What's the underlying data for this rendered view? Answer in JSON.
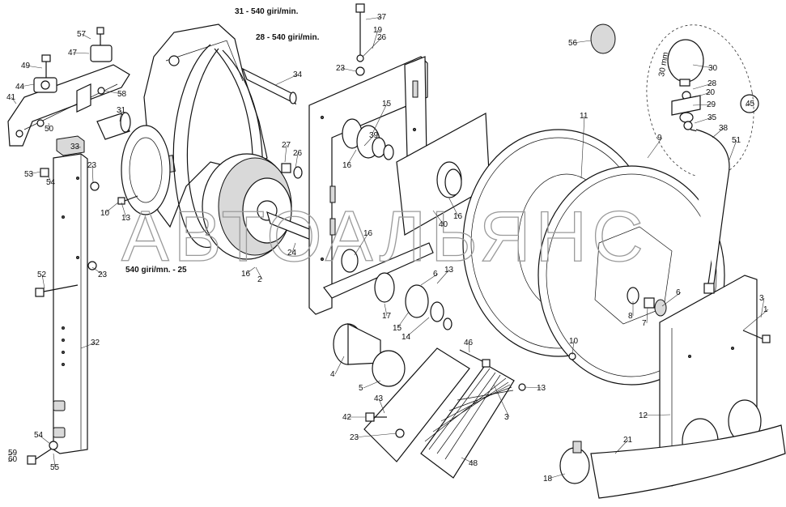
{
  "watermark": "АВТОАЛЬЯНС",
  "speed_note": " - 540 giri/min.",
  "speed_note_bottom": "540 giri/mn. - 25",
  "labels": [
    "1",
    "2",
    "3",
    "3",
    "4",
    "5",
    "6",
    "6",
    "7",
    "8",
    "9",
    "10",
    "10",
    "11",
    "12",
    "13",
    "13",
    "13",
    "14",
    "15",
    "15",
    "16",
    "16",
    "16",
    "16",
    "17",
    "18",
    "19",
    "20",
    "21",
    "23",
    "23",
    "23",
    "23",
    "24",
    "26",
    "26",
    "27",
    "28",
    "29",
    "30",
    "31",
    "32",
    "33",
    "34",
    "35",
    "37",
    "38",
    "39",
    "40",
    "41",
    "42",
    "43",
    "44",
    "45",
    "46",
    "47",
    "48",
    "49",
    "50",
    "51",
    "52",
    "53",
    "54",
    "54",
    "55",
    "56",
    "57",
    "58",
    "59",
    "60"
  ],
  "gauge_scale": "30 mm"
}
